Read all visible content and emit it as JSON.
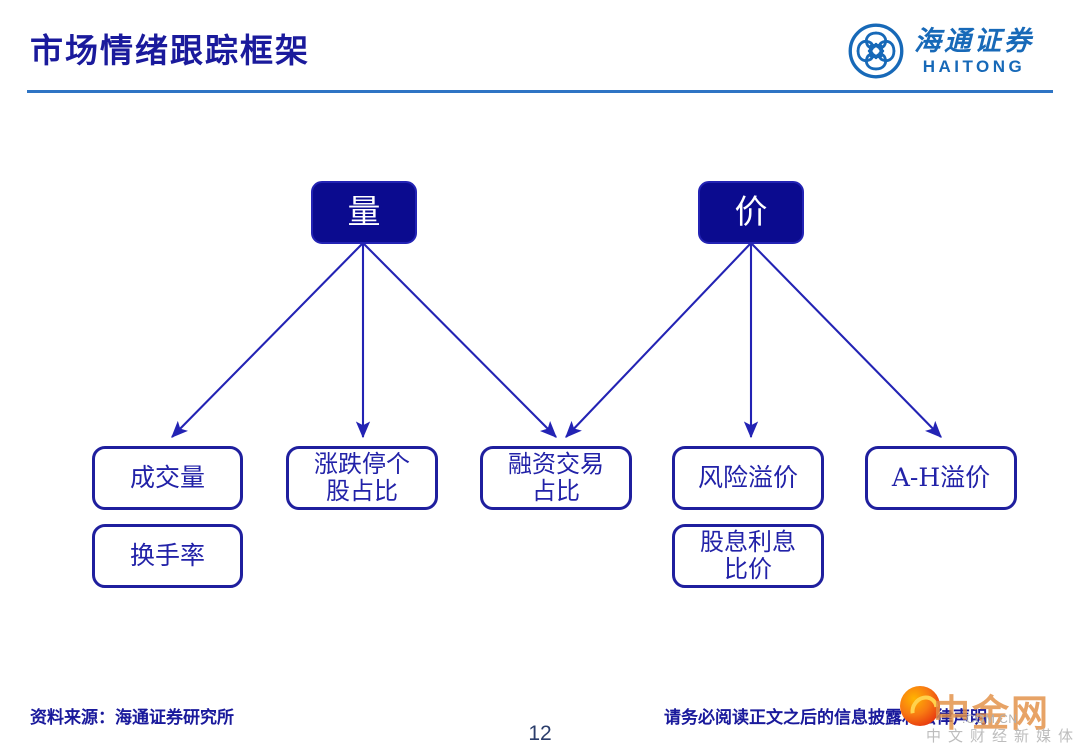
{
  "slide": {
    "title": "市场情绪跟踪框架",
    "page_number": "12",
    "accent_rule_color": "#2e74c4",
    "title_color": "#1a1a9c"
  },
  "logo": {
    "mark_name": "haitong-knot-logo",
    "name_cn": "海通证券",
    "name_en": "HAITONG",
    "color": "#1769b8"
  },
  "diagram": {
    "type": "tree",
    "node_fill_top": "#0b0b8f",
    "node_border_leaf": "#1f1f9e",
    "node_text_leaf": "#2222a8",
    "arrow_color": "#2323b4",
    "roots": [
      {
        "id": "volume",
        "label": "量",
        "children": [
          "成交量",
          "涨跌停个\n股占比",
          "融资交易\n占比"
        ]
      },
      {
        "id": "price",
        "label": "价",
        "children": [
          "融资交易\n占比",
          "风险溢价",
          "A-H溢价"
        ]
      }
    ],
    "nodes": {
      "root_volume": "量",
      "root_price": "价",
      "leaf_1_line1": "成交量",
      "leaf_2_line1": "换手率",
      "leaf_3_line1": "涨跌停个",
      "leaf_3_line2": "股占比",
      "leaf_4_line1": "融资交易",
      "leaf_4_line2": "占比",
      "leaf_5_line1": "风险溢价",
      "leaf_6_line1": "股息利息",
      "leaf_6_line2": "比价",
      "leaf_7_line1": "A-H溢价"
    }
  },
  "footer": {
    "source": "资料来源：海通证券研究所",
    "disclaimer": "请务必阅读正文之后的信息披露和法律声明"
  },
  "watermark": {
    "brand": "中金网",
    "url": ".COM.CN",
    "tagline": "中文财经新媒体",
    "logo_name": "zhongjinwang-logo"
  }
}
